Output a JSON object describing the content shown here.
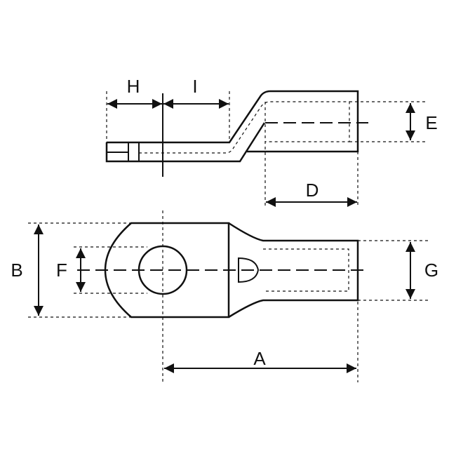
{
  "labels": {
    "H": "H",
    "I": "I",
    "E": "E",
    "D": "D",
    "B": "B",
    "F": "F",
    "G": "G",
    "A": "A"
  },
  "colors": {
    "line": "#111111",
    "background": "#ffffff"
  }
}
